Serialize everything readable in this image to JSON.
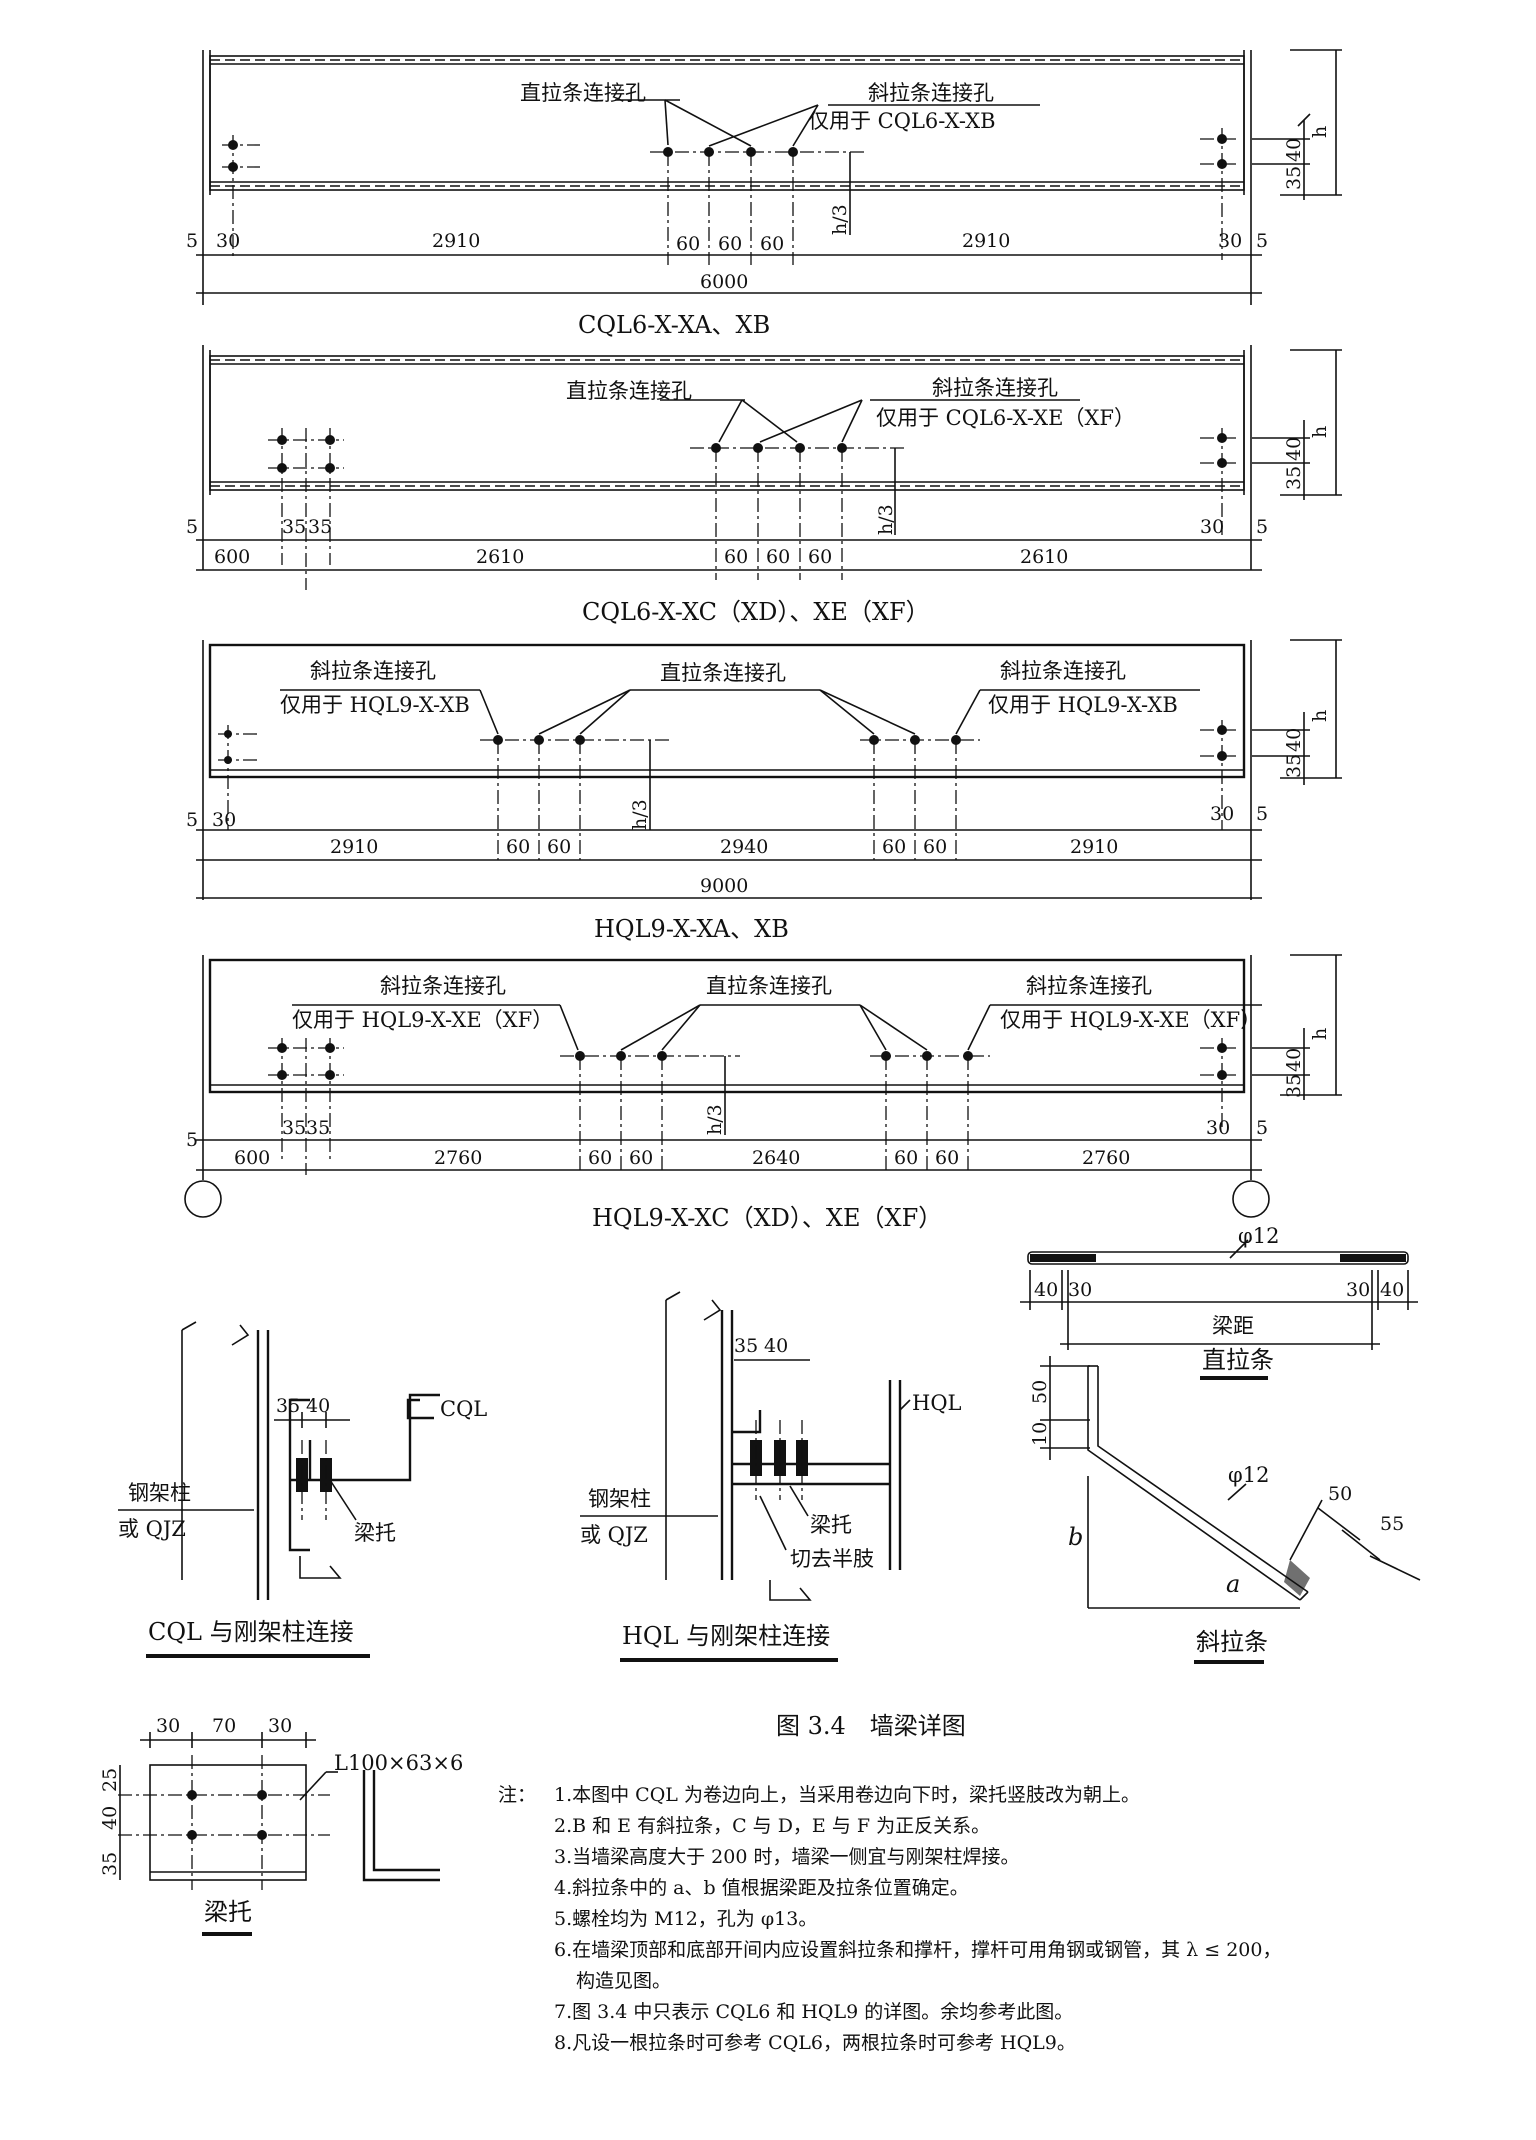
{
  "panels": [
    {
      "title": "CQL6-X-XA、XB",
      "label_straight": "直拉条连接孔",
      "label_diag": "斜拉条连接孔",
      "note_diag": "仅用于 CQL6-X-XB",
      "dims": [
        "5",
        "30",
        "2910",
        "60",
        "60",
        "60",
        "2910",
        "30",
        "5"
      ],
      "total": "6000",
      "h": "h",
      "h3": "h/3",
      "v35": "35",
      "v40": "40"
    },
    {
      "title": "CQL6-X-XC（XD）、XE（XF）",
      "label_straight": "直拉条连接孔",
      "label_diag": "斜拉条连接孔",
      "note_diag": "仅用于 CQL6-X-XE（XF）",
      "dims": [
        "5",
        "600",
        "35",
        "35",
        "2610",
        "60",
        "60",
        "60",
        "2610",
        "30",
        "5"
      ],
      "h": "h",
      "h3": "h/3",
      "v35": "35",
      "v40": "40"
    },
    {
      "title": "HQL9-X-XA、XB",
      "label_straight": "直拉条连接孔",
      "label_diag": "斜拉条连接孔",
      "note_diag": "仅用于 HQL9-X-XB",
      "dims": [
        "5",
        "30",
        "2910",
        "60",
        "60",
        "2940",
        "60",
        "60",
        "2910",
        "30",
        "5"
      ],
      "total": "9000",
      "h": "h",
      "h3": "h/3",
      "v35": "35",
      "v40": "40"
    },
    {
      "title": "HQL9-X-XC（XD）、XE（XF）",
      "label_straight": "直拉条连接孔",
      "label_diag": "斜拉条连接孔",
      "note_diag": "仅用于 HQL9-X-XE（XF）",
      "dims": [
        "5",
        "600",
        "35",
        "35",
        "2760",
        "60",
        "60",
        "2640",
        "60",
        "60",
        "2760",
        "30",
        "5"
      ],
      "h": "h",
      "h3": "h/3",
      "v35": "35",
      "v40": "40"
    }
  ],
  "details": {
    "cql_conn": {
      "title": "CQL 与刚架柱连接",
      "label_beam": "CQL",
      "label_col_1": "钢架柱",
      "label_col_2": "或 QJZ",
      "label_seat": "梁托",
      "d35": "35",
      "d40": "40"
    },
    "hql_conn": {
      "title": "HQL 与刚架柱连接",
      "label_beam": "HQL",
      "label_col_1": "钢架柱",
      "label_col_2": "或 QJZ",
      "label_seat": "梁托",
      "label_cut": "切去半肢",
      "d35": "35",
      "d40": "40"
    },
    "straight_tie": {
      "title": "直拉条",
      "phi": "φ12",
      "d40a": "40",
      "d30a": "30",
      "d30b": "30",
      "d40b": "40",
      "span": "梁距"
    },
    "diag_tie": {
      "title": "斜拉条",
      "phi": "φ12",
      "d50a": "50",
      "d10": "10",
      "d50b": "50",
      "d55": "55",
      "a": "a",
      "b": "b"
    },
    "seat": {
      "title": "梁托",
      "angle": "L100×63×6",
      "d30a": "30",
      "d70": "70",
      "d30b": "30",
      "d25": "25",
      "d40": "40",
      "d35": "35"
    }
  },
  "figure_caption": "图 3.4　墙梁详图",
  "notes_label": "注：",
  "notes": [
    "1.本图中 CQL 为卷边向上，当采用卷边向下时，梁托竖肢改为朝上。",
    "2.B 和 E 有斜拉条，C 与 D，E 与 F 为正反关系。",
    "3.当墙梁高度大于 200 时，墙梁一侧宜与刚架柱焊接。",
    "4.斜拉条中的 a、b 值根据梁距及拉条位置确定。",
    "5.螺栓均为 M12，孔为 φ13。",
    "6.在墙梁顶部和底部开间内应设置斜拉条和撑杆，撑杆可用角钢或钢管，其 λ ≤ 200，",
    "构造见图。",
    "7.图 3.4 中只表示 CQL6 和 HQL9 的详图。余均参考此图。",
    "8.凡设一根拉条时可参考 CQL6，两根拉条时可参考 HQL9。"
  ]
}
